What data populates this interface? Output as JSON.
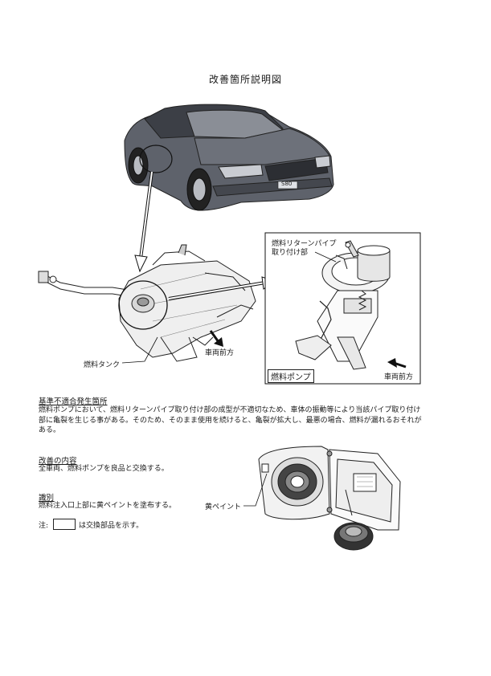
{
  "page": {
    "title": "改善箇所説明図"
  },
  "diagram": {
    "callout_return_pipe": "燃料リターンパイプ",
    "callout_mount": "取り付け部",
    "label_fuel_pump": "燃料ポンプ",
    "label_vehicle_front_1": "車両前方",
    "label_vehicle_front_2": "車両前方",
    "label_fuel_tank": "燃料タンク",
    "car_badge": "S80"
  },
  "sections": {
    "defect": {
      "heading": "基準不適合発生箇所",
      "text": "燃料ポンプにおいて、燃料リターンパイプ取り付け部の成型が不適切なため、車体の振動等により当該パイプ取り付け部に亀裂を生じる事がある。そのため、そのまま使用を続けると、亀裂が拡大し、最悪の場合、燃料が漏れるおそれがある。"
    },
    "remedy": {
      "heading": "改善の内容",
      "text": "全車両、燃料ポンプを良品と交換する。"
    },
    "identification": {
      "heading": "識別",
      "text": "燃料注入口上部に黄ペイントを塗布する。",
      "paint_label": "黄ペイント"
    },
    "note": {
      "prefix": "注:",
      "suffix": "は交換部品を示す。"
    }
  }
}
